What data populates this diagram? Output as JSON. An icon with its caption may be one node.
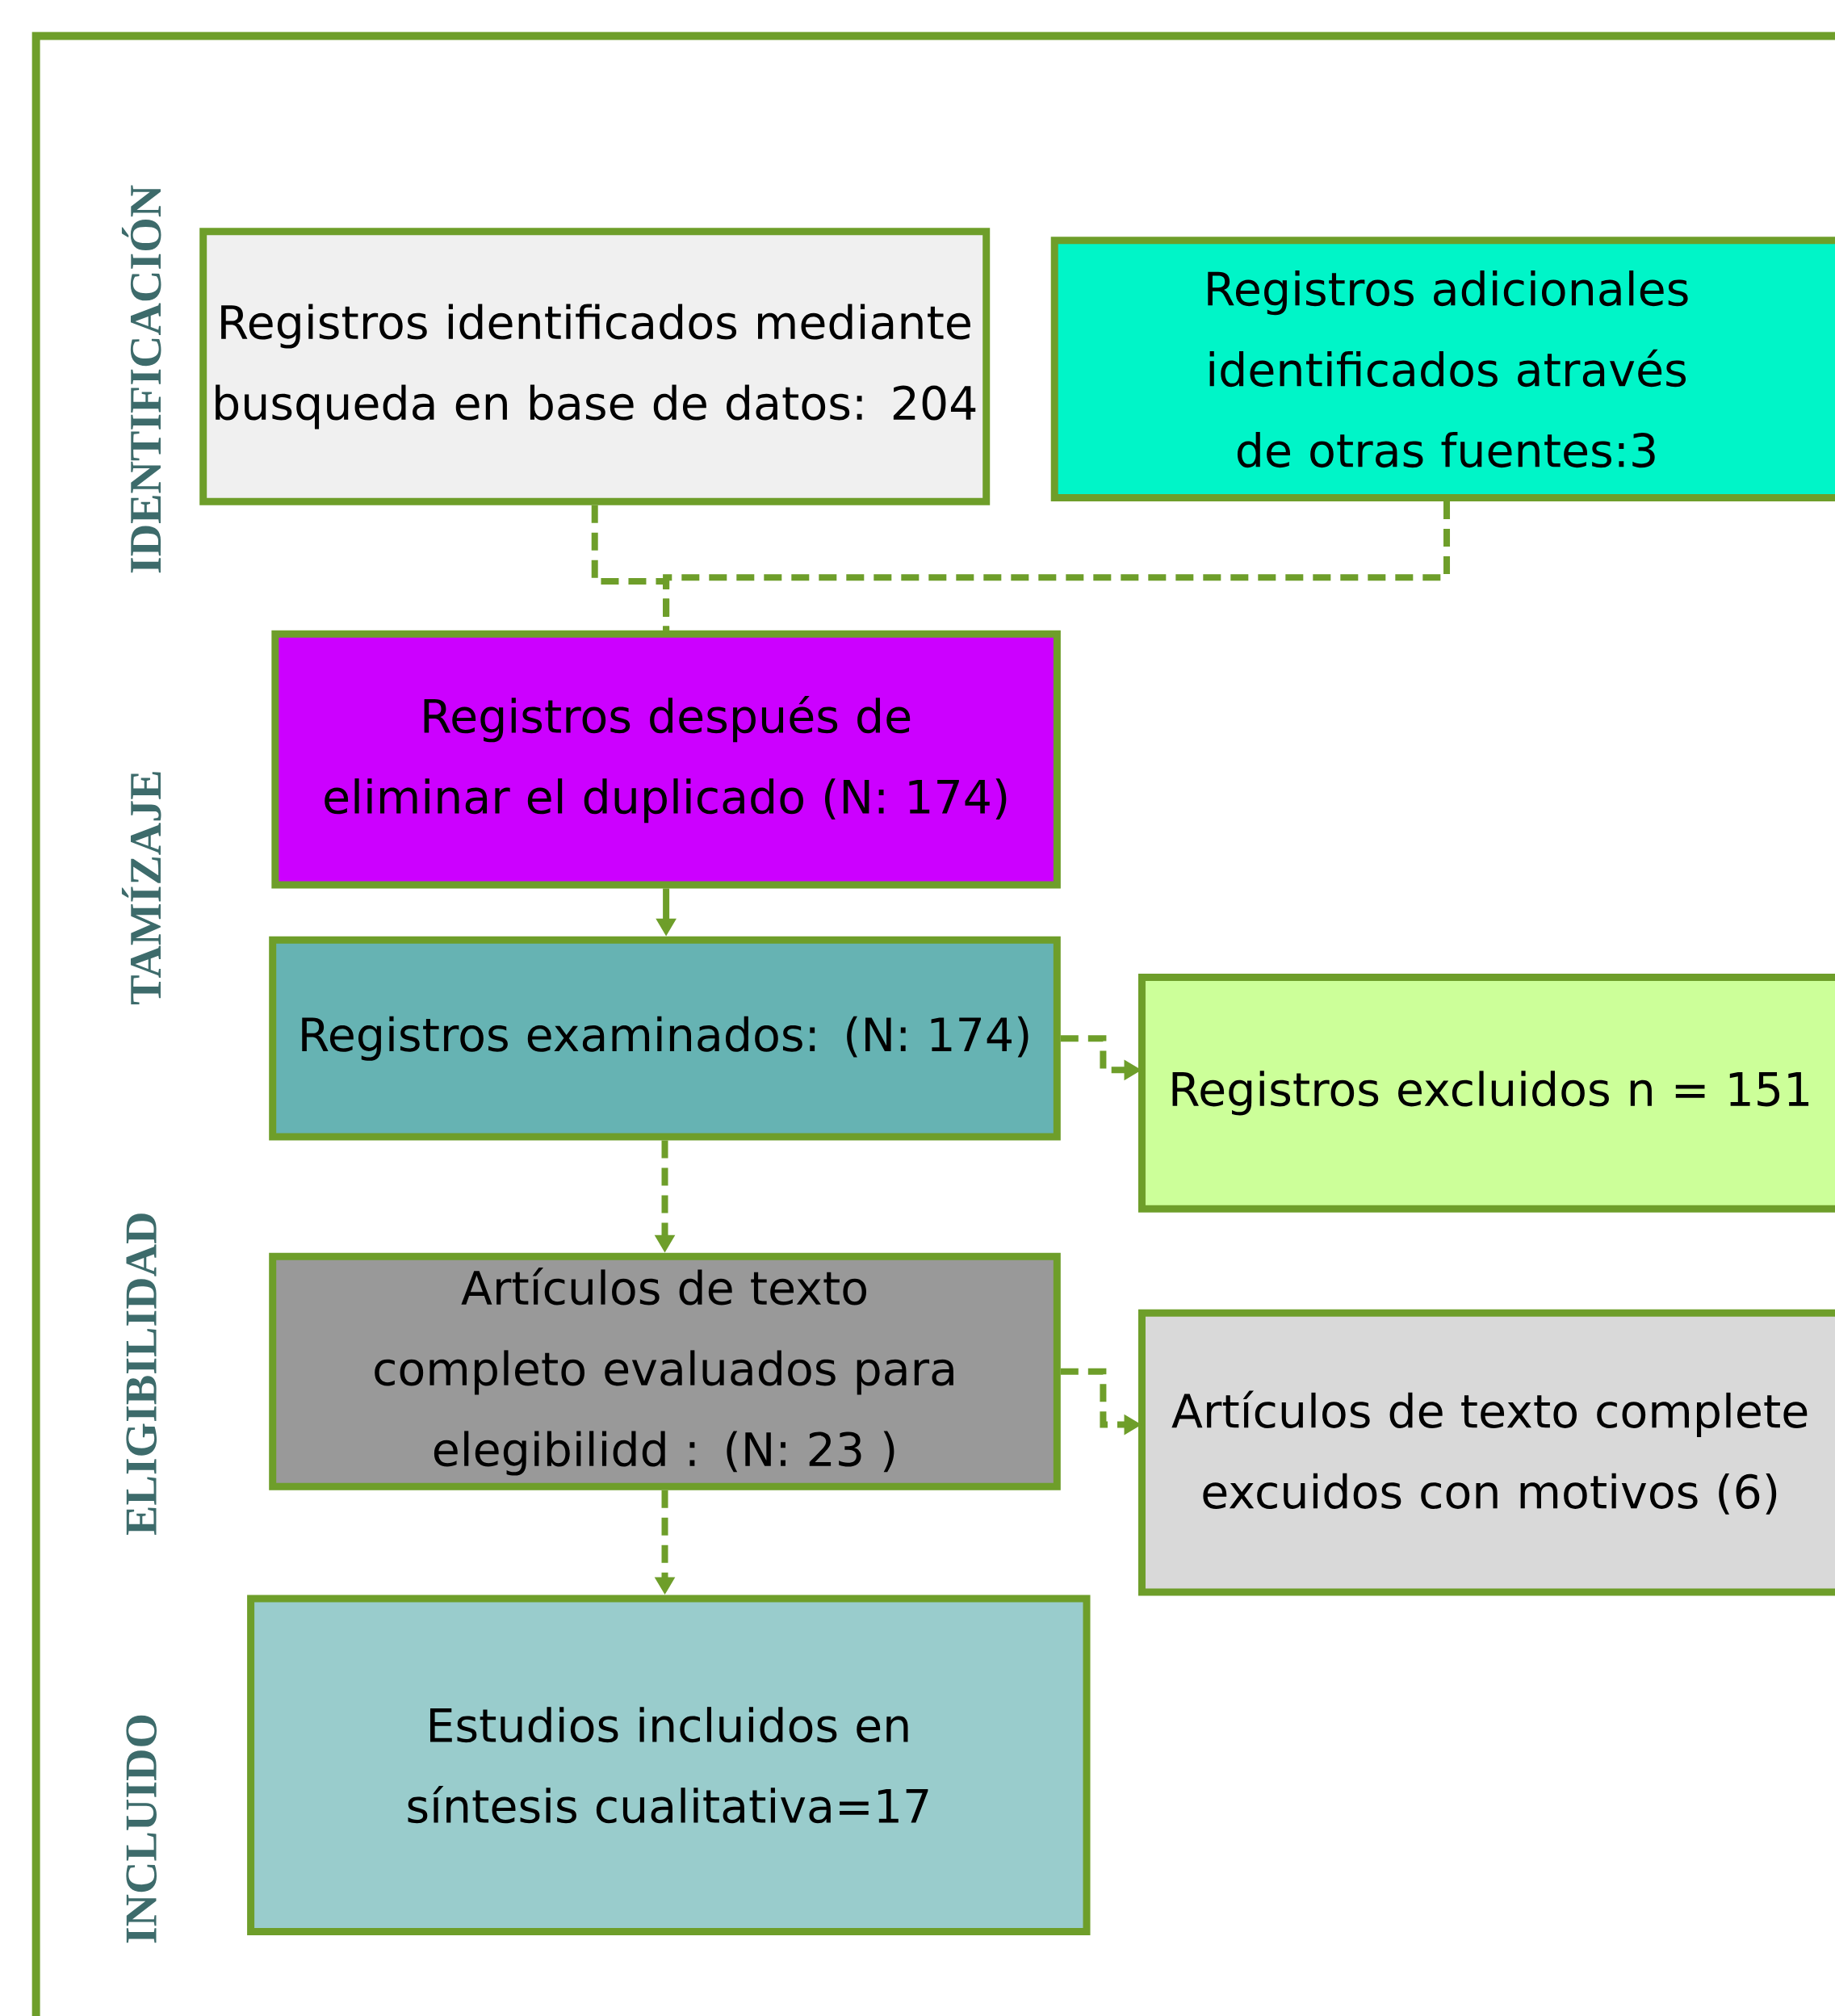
{
  "diagram": {
    "nodes": [
      {
        "text": [
          "Registros identificados mediante busqueda en base de datos: 204"
        ]
      },
      {
        "text": [
          "Registros adicionales identificados através de otras fuentes:3"
        ]
      },
      {
        "text": [
          "Registros después de eliminar el duplicado (N: 174)"
        ]
      },
      {
        "text": [
          "Registros examinados: (N: 174)"
        ]
      },
      {
        "text": [
          "Registros excluidos n = 151"
        ]
      },
      {
        "text": [
          "Artículos de texto completo evaluados para elegibilidd : (N: 23 )"
        ]
      },
      {
        "text": [
          "Artículos de texto complete excuidos con motivos (6)"
        ]
      },
      {
        "text": [
          "Estudios incluidos en síntesis cualitativa=17"
        ]
      }
    ],
    "edges": [
      {
        "from": 0,
        "to": 2,
        "arrow": "none",
        "style": "dashed"
      },
      {
        "from": 1,
        "to": 2,
        "arrow": "none",
        "style": "dashed"
      },
      {
        "from": 2,
        "to": 3,
        "arrow": "to"
      },
      {
        "from": 3,
        "to": 4,
        "arrow": "to",
        "style": "dashed"
      },
      {
        "from": 3,
        "to": 5,
        "arrow": "to",
        "style": "dashed"
      },
      {
        "from": 5,
        "to": 6,
        "arrow": "to",
        "style": "dashed"
      },
      {
        "from": 5,
        "to": 7,
        "arrow": "to",
        "style": "dashed"
      }
    ],
    "labels": [
      "IDENTIFICACIÓN",
      "TAMÍZAJE",
      "ELIGIBILIDAD",
      "INCLUIDO"
    ]
  }
}
